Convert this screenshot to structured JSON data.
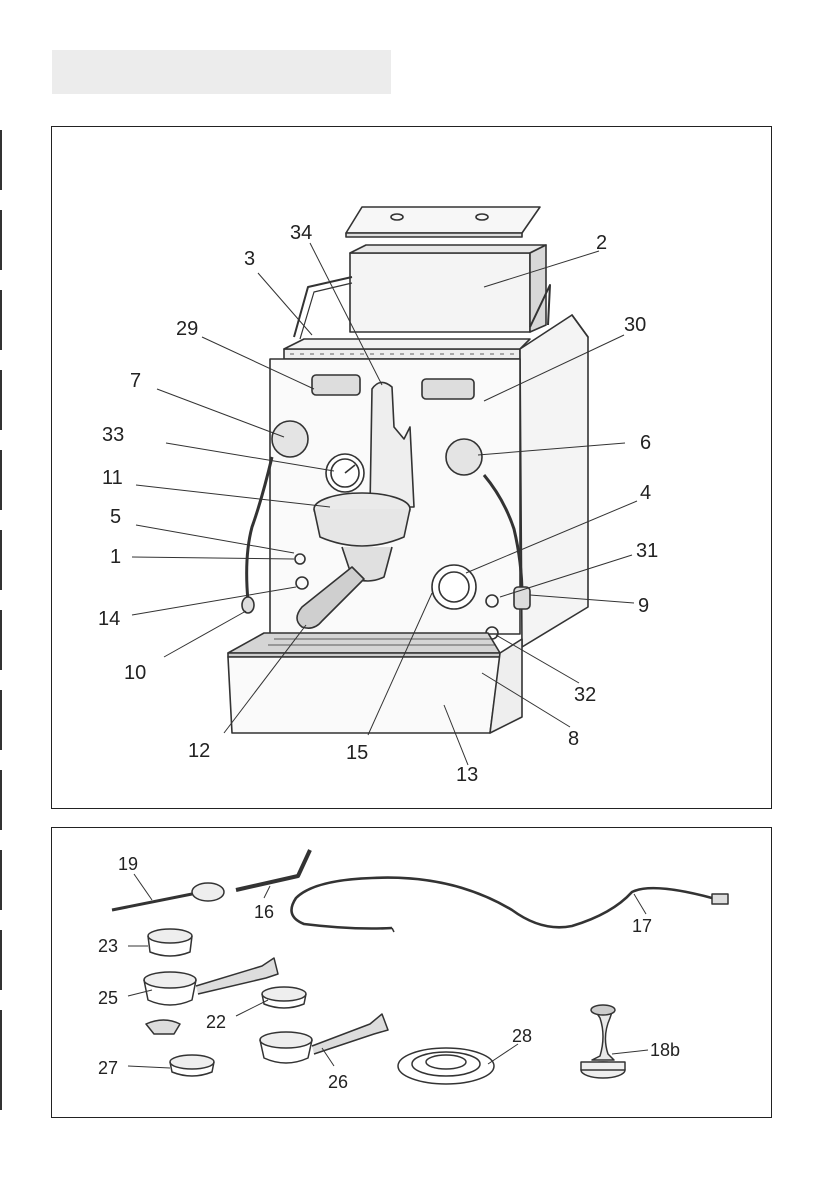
{
  "machine_callouts": [
    {
      "id": "c34",
      "text": "34"
    },
    {
      "id": "c2",
      "text": "2"
    },
    {
      "id": "c3",
      "text": "3"
    },
    {
      "id": "c30",
      "text": "30"
    },
    {
      "id": "c29",
      "text": "29"
    },
    {
      "id": "c7",
      "text": "7"
    },
    {
      "id": "c33",
      "text": "33"
    },
    {
      "id": "c6",
      "text": "6"
    },
    {
      "id": "c11",
      "text": "11"
    },
    {
      "id": "c4",
      "text": "4"
    },
    {
      "id": "c5",
      "text": "5"
    },
    {
      "id": "c31",
      "text": "31"
    },
    {
      "id": "c1",
      "text": "1"
    },
    {
      "id": "c9",
      "text": "9"
    },
    {
      "id": "c14",
      "text": "14"
    },
    {
      "id": "c10",
      "text": "10"
    },
    {
      "id": "c32",
      "text": "32"
    },
    {
      "id": "c8",
      "text": "8"
    },
    {
      "id": "c12",
      "text": "12"
    },
    {
      "id": "c15",
      "text": "15"
    },
    {
      "id": "c13",
      "text": "13"
    }
  ],
  "accessory_callouts": [
    {
      "id": "a19",
      "text": "19"
    },
    {
      "id": "a16",
      "text": "16"
    },
    {
      "id": "a17",
      "text": "17"
    },
    {
      "id": "a23",
      "text": "23"
    },
    {
      "id": "a25",
      "text": "25"
    },
    {
      "id": "a22",
      "text": "22"
    },
    {
      "id": "a28",
      "text": "28"
    },
    {
      "id": "a18b",
      "text": "18b"
    },
    {
      "id": "a27",
      "text": "27"
    },
    {
      "id": "a26",
      "text": "26"
    }
  ]
}
